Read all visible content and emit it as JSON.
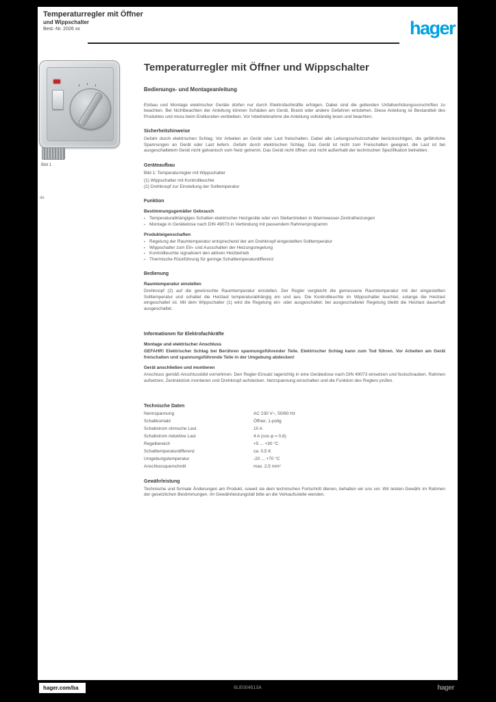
{
  "page": {
    "lang_mark": "de"
  },
  "header": {
    "line1": "Temperaturregler mit Öffner",
    "line2": "und Wippschalter",
    "line3": "Best.-Nr. 2026 xx",
    "logo": "hager",
    "logo_color": "#00a0e1"
  },
  "figure": {
    "caption": "Bild 1"
  },
  "content": {
    "title": "Temperaturregler mit Öffner und Wippschalter",
    "subtitle": "Bedienungs- und Montageanleitung",
    "intro": "Einbau und Montage elektrischer Geräte dürfen nur durch Elektrofachkräfte erfolgen. Dabei sind die geltenden Unfallverhütungsvorschriften zu beachten. Bei Nichtbeachten der Anleitung können Schäden am Gerät, Brand oder andere Gefahren entstehen. Diese Anleitung ist Bestandteil des Produktes und muss beim Endkunden verbleiben. Vor Inbetriebnahme die Anleitung vollständig lesen und beachten.",
    "safety": {
      "heading": "Sicherheitshinweise",
      "body": "Gefahr durch elektrischen Schlag. Vor Arbeiten an Gerät oder Last freischalten. Dabei alle Leitungsschutzschalter berücksichtigen, die gefährliche Spannungen an Gerät oder Last liefern. Gefahr durch elektrischen Schlag. Das Gerät ist nicht zum Freischalten geeignet, die Last ist bei ausgeschaltetem Gerät nicht galvanisch vom Netz getrennt. Das Gerät nicht öffnen und nicht außerhalb der technischen Spezifikation betreiben."
    },
    "device": {
      "heading": "Geräteaufbau",
      "caption": "Bild 1: Temperaturregler mit Wippschalter",
      "items": [
        "(1) Wippschalter mit Kontrollleuchte",
        "(2) Drehknopf zur Einstellung der Solltemperatur"
      ]
    },
    "function": {
      "heading": "Funktion",
      "use_heading": "Bestimmungsgemäßer Gebrauch",
      "use_items": [
        "Temperaturabhängiges Schalten elektrischer Heizgeräte oder von Stellantrieben in Warmwasser-Zentralheizungen",
        "Montage in Gerätedose nach DIN 49073 in Verbindung mit passendem Rahmenprogramm"
      ],
      "props_heading": "Produkteigenschaften",
      "props_items": [
        "Regelung der Raumtemperatur entsprechend der am Drehknopf eingestellten Solltemperatur",
        "Wippschalter zum Ein- und Ausschalten der Heizungsregelung",
        "Kontrollleuchte signalisiert den aktiven Heizbetrieb",
        "Thermische Rückführung für geringe Schalttemperaturdifferenz"
      ]
    },
    "operation": {
      "heading": "Bedienung",
      "lead": "Raumtemperatur einstellen",
      "body": "Drehknopf (2) auf die gewünschte Raumtemperatur einstellen. Der Regler vergleicht die gemessene Raumtemperatur mit der eingestellten Solltemperatur und schaltet die Heizlast temperaturabhängig ein und aus. Die Kontrollleuchte im Wippschalter leuchtet, solange die Heizlast eingeschaltet ist. Mit dem Wippschalter (1) wird die Regelung ein- oder ausgeschaltet; bei ausgeschalteter Regelung bleibt die Heizlast dauerhaft ausgeschaltet."
    },
    "pro": {
      "heading": "Informationen für Elektrofachkräfte",
      "sub_heading": "Montage und elektrischer Anschluss",
      "danger": "GEFAHR! Elektrischer Schlag bei Berühren spannungsführender Teile. Elektrischer Schlag kann zum Tod führen. Vor Arbeiten am Gerät freischalten und spannungsführende Teile in der Umgebung abdecken!",
      "lead": "Gerät anschließen und montieren",
      "body": "Anschluss gemäß Anschlussbild vornehmen. Den Regler-Einsatz lagerichtig in eine Gerätedose nach DIN 49073 einsetzen und festschrauben. Rahmen aufsetzen, Zentralstück montieren und Drehknopf aufstecken. Netzspannung einschalten und die Funktion des Reglers prüfen."
    },
    "tech": {
      "heading": "Technische Daten",
      "rows": [
        {
          "label": "Nennspannung",
          "value": "AC 230 V~, 50/60 Hz"
        },
        {
          "label": "Schaltkontakt",
          "value": "Öffner, 1-polig"
        },
        {
          "label": "Schaltstrom ohmsche Last",
          "value": "10 A"
        },
        {
          "label": "Schaltstrom induktive Last",
          "value": "4 A (cos φ = 0,6)"
        },
        {
          "label": "Regelbereich",
          "value": "+5 ... +30 °C"
        },
        {
          "label": "Schalttemperaturdifferenz",
          "value": "ca. 0,5 K"
        },
        {
          "label": "Umgebungstemperatur",
          "value": "-20 ... +70 °C"
        },
        {
          "label": "Anschlussquerschnitt",
          "value": "max. 2,5 mm²"
        }
      ]
    },
    "warranty": {
      "heading": "Gewährleistung",
      "body": "Technische und formale Änderungen am Produkt, soweit sie dem technischen Fortschritt dienen, behalten wir uns vor. Wir leisten Gewähr im Rahmen der gesetzlichen Bestimmungen. Im Gewährleistungsfall bitte an die Verkaufsstelle wenden."
    }
  },
  "footer": {
    "left": "hager.com/ba",
    "center": "6LE004613A",
    "right": "hager"
  }
}
